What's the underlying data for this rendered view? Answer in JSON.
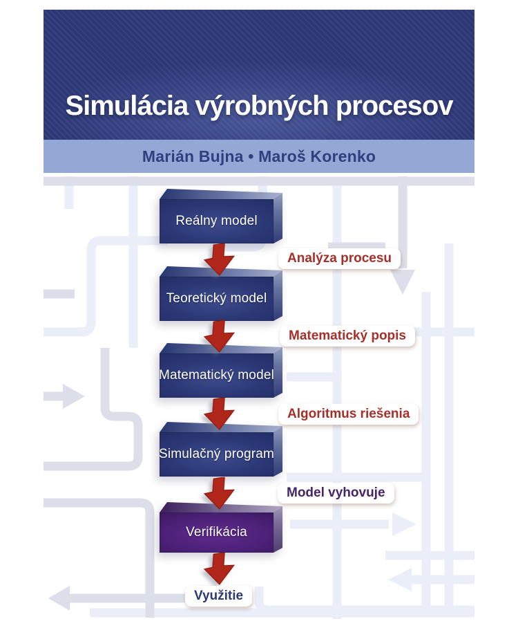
{
  "cover": {
    "title": "Simulácia výrobných procesov",
    "authors": "Marián Bujna • Maroš Korenko"
  },
  "flowchart": {
    "boxes": [
      {
        "label": "Reálny model",
        "color": "blue"
      },
      {
        "label": "Teoretický model",
        "color": "blue"
      },
      {
        "label": "Matematický model",
        "color": "blue"
      },
      {
        "label": "Simulačný program",
        "color": "blue"
      },
      {
        "label": "Verifikácia",
        "color": "purple"
      }
    ],
    "step_labels": [
      {
        "text": "Analýza procesu",
        "color": "#a53029"
      },
      {
        "text": "Matematický popis",
        "color": "#a53029"
      },
      {
        "text": "Algoritmus riešenia",
        "color": "#a53029"
      },
      {
        "text": "Model vyhovuje",
        "color": "#472468"
      }
    ],
    "final_label": {
      "text": "Využitie",
      "color": "#2c3a72"
    },
    "arrow_icon": "down-arrow"
  },
  "colors": {
    "header_bg": "#2c3876",
    "authors_band_bg": "#93a8d5",
    "authors_text": "#2f3f7f",
    "box_blue": "#2c3977",
    "box_purple": "#4c2178",
    "arrow_red": "#b1261a",
    "pattern_gray": "#dcdfe9",
    "pattern_blue": "#e9eef8",
    "pill_bg": "#ffffff"
  }
}
